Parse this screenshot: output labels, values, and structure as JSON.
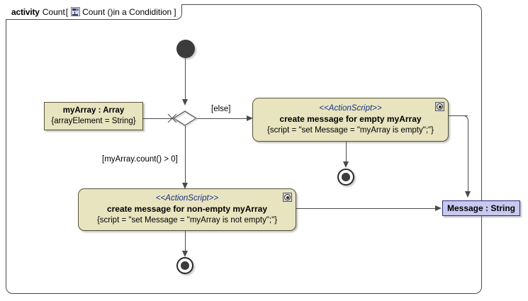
{
  "frame": {
    "keyword": "activity",
    "name": "Count",
    "bracket_open": "[",
    "icon": "diagram-icon",
    "inner_label": "Count ()in a Condidition",
    "bracket_close": "]"
  },
  "nodes": {
    "initial": {
      "name": "initial-node"
    },
    "input_object": {
      "title": "myArray : Array",
      "property": "{arrayElement = String}"
    },
    "decision": {
      "name": "decision-node"
    },
    "action_empty": {
      "stereotype": "<<ActionScript>>",
      "title": "create message for empty myArray",
      "script": "{script = \"set Message = \"myArray is empty\";\"}",
      "badge": "behavior-icon"
    },
    "action_non_empty": {
      "stereotype": "<<ActionScript>>",
      "title": "create message for non-empty myArray",
      "script": "{script = \"set Message = \"myArray is not empty\";\"}",
      "badge": "behavior-icon"
    },
    "output_pin": {
      "title": "Message : String"
    },
    "final_top": {
      "name": "activity-final-top"
    },
    "final_bottom": {
      "name": "activity-final-bottom"
    }
  },
  "edges": {
    "guard_else": "[else]",
    "guard_count": "[myArray.count() > 0]"
  },
  "colors": {
    "node_fill": "#e8e4c0",
    "node_border": "#57543a",
    "pin_fill": "#c8c8f0",
    "pin_border": "#2b2b80",
    "stereotype_text": "#1b2f86",
    "line": "#4a4a4a",
    "frame_border": "#4a4a4a",
    "background": "#ffffff"
  }
}
